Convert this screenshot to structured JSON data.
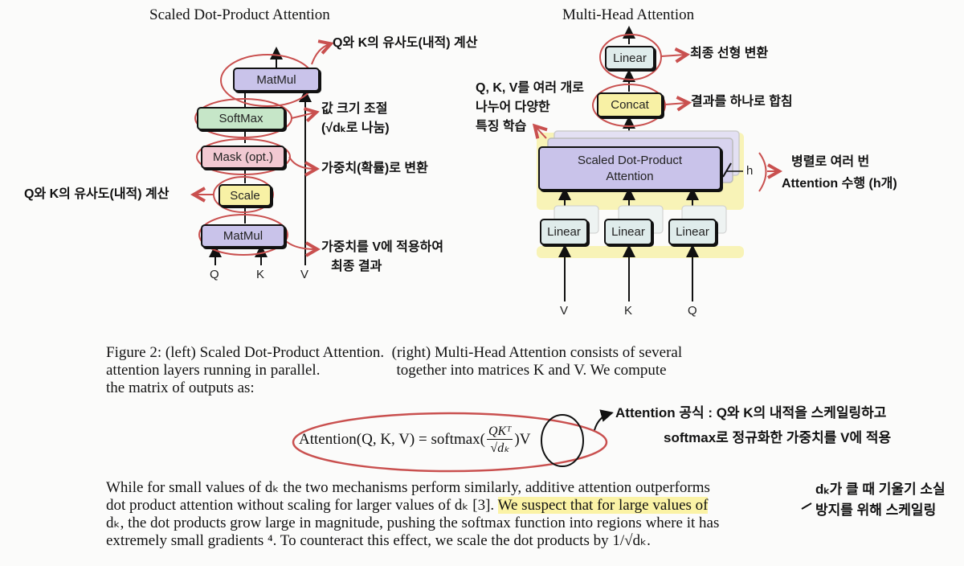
{
  "left_diagram": {
    "title": "Scaled Dot-Product Attention",
    "boxes": {
      "matmul_top": "MatMul",
      "softmax": "SoftMax",
      "mask": "Mask (opt.)",
      "scale": "Scale",
      "matmul_bottom": "MatMul"
    },
    "inputs": [
      "Q",
      "K",
      "V"
    ],
    "annotations": {
      "matmul_top": "Q와 K의 유사도(내적) 계산",
      "softmax_line1": "값 크기 조절",
      "softmax_line2": "(√dₖ로 나눔)",
      "mask": "가중치(확률)로 변환",
      "scale": "Q와 K의 유사도(내적) 계산",
      "matmul_bottom_line1": "가중치를 V에 적용하여",
      "matmul_bottom_line2": "최종 결과"
    }
  },
  "right_diagram": {
    "title": "Multi-Head Attention",
    "boxes": {
      "linear_top": "Linear",
      "concat": "Concat",
      "sdpa_line1": "Scaled Dot-Product",
      "sdpa_line2": "Attention",
      "linear_v": "Linear",
      "linear_k": "Linear",
      "linear_q": "Linear"
    },
    "h_label": "h",
    "inputs": [
      "V",
      "K",
      "Q"
    ],
    "annotations": {
      "linear_top": "최종 선형 변환",
      "concat": "결과를 하나로 합침",
      "split_line1": "Q, K, V를 여러 개로",
      "split_line2": "나누어 다양한",
      "split_line3": "특징 학습",
      "parallel_line1": "병렬로 여러 번",
      "parallel_line2": "Attention 수행 (h개)"
    }
  },
  "caption": {
    "line1": "Figure 2: (left) Scaled Dot-Product Attention.  (right) Multi-Head Attention consists of several",
    "line2": "attention layers running in parallel.                    together into matrices K and V. We compute",
    "line3": "the matrix of outputs as:"
  },
  "formula": {
    "lhs": "Attention(Q, K, V) = softmax(",
    "numerator": "QKᵀ",
    "denominator": "√dₖ",
    "rhs": ")V",
    "annotation_line1": "Attention 공식 : Q와 K의 내적을 스케일링하고",
    "annotation_line2": "softmax로 정규화한 가중치를 V에 적용"
  },
  "paragraph": {
    "line1": "While for small values of dₖ the two mechanisms perform similarly, additive attention outperforms",
    "line2_a": "dot product attention without scaling for larger values of dₖ [3]. ",
    "line2_b": "We suspect that for large values of",
    "line3": "dₖ, the dot products grow large in magnitude, pushing the softmax function into regions where it has",
    "line4": "extremely small gradients ⁴. To counteract this effect, we scale the dot products by 1/√dₖ.",
    "annotation_line1": "dₖ가 클 때 기울기 소실",
    "annotation_line2": "방지를 위해 스케일링"
  },
  "colors": {
    "annotation_red": "#c9504f",
    "highlight_yellow": "#fbf3a6",
    "matmul_purple": "#c9c3ea",
    "softmax_green": "#c6e6c8",
    "mask_pink": "#f2c9d2",
    "scale_yellow": "#f8f1a5",
    "linear_teal": "#dfeceb"
  }
}
